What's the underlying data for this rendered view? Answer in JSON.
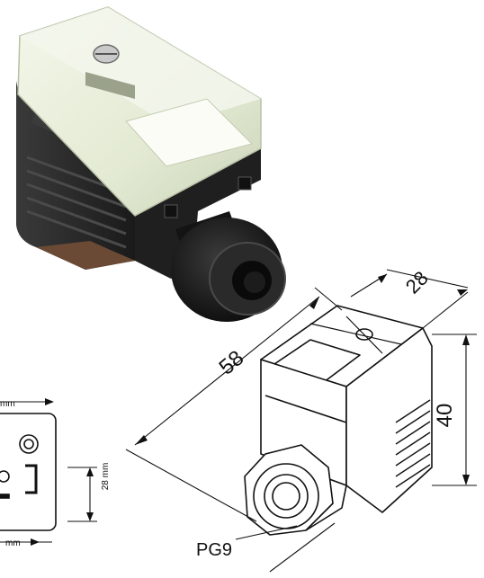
{
  "dimensions": {
    "length": "58",
    "width": "28",
    "height": "40",
    "thread": "PG9"
  },
  "side_view": {
    "top_label": "mm",
    "vertical_label": "28 mm",
    "bottom_label": "mm"
  },
  "colors": {
    "body": "#252525",
    "cap": "#e6ecd9",
    "line": "#111111"
  }
}
